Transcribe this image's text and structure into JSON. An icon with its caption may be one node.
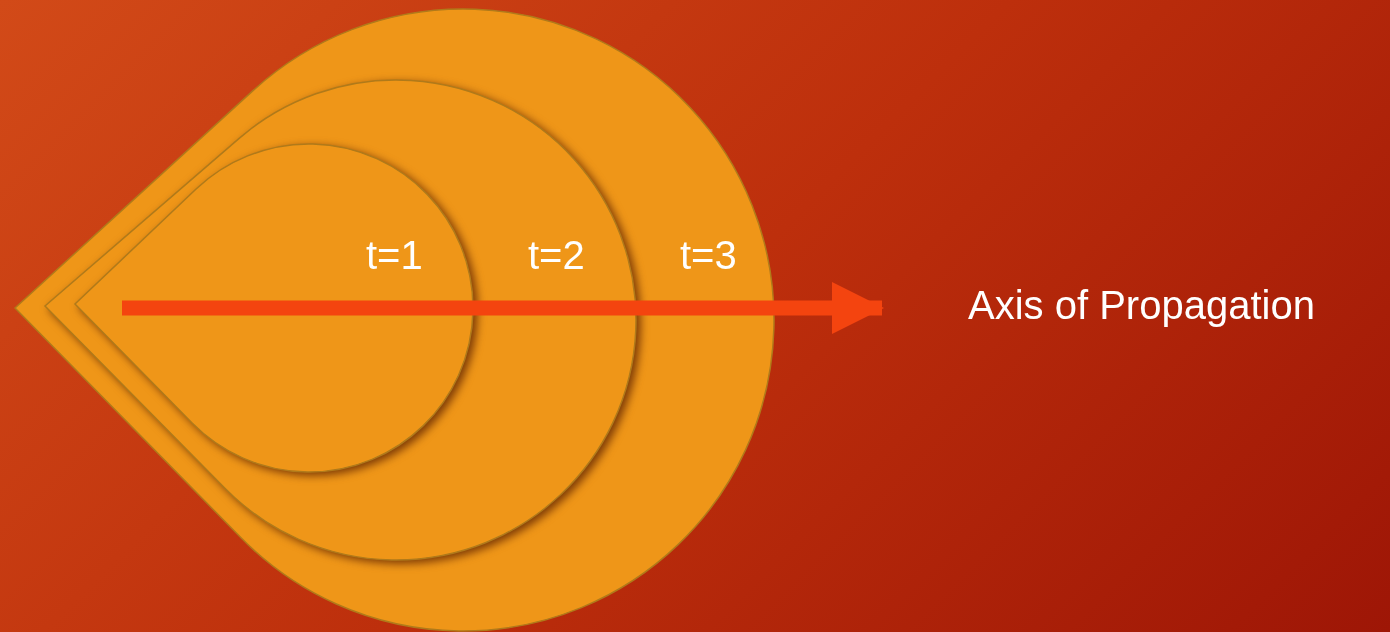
{
  "diagram": {
    "nodes": [
      {
        "text": [
          "t=3"
        ]
      },
      {
        "text": [
          "t=2"
        ],
        "in": 0
      },
      {
        "text": [
          "t=1"
        ],
        "in": 1
      },
      {
        "text": [
          "Axis of Propagation"
        ]
      }
    ],
    "edges": [
      {
        "from": 2,
        "to": 3,
        "arrow": "to"
      }
    ]
  }
}
